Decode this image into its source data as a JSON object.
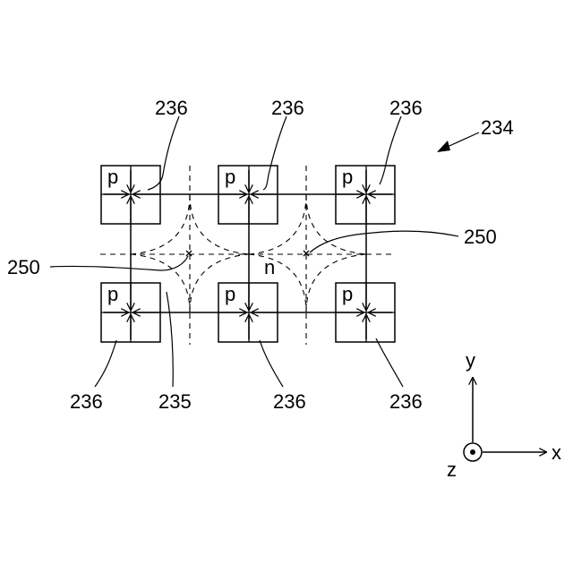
{
  "figure": {
    "assembly_label": "234",
    "pixel_label": "236",
    "region_label": "235",
    "boundary_label": "250",
    "p_label": "p",
    "n_label": "n"
  },
  "axes": {
    "x": "x",
    "y": "y",
    "z": "z"
  }
}
